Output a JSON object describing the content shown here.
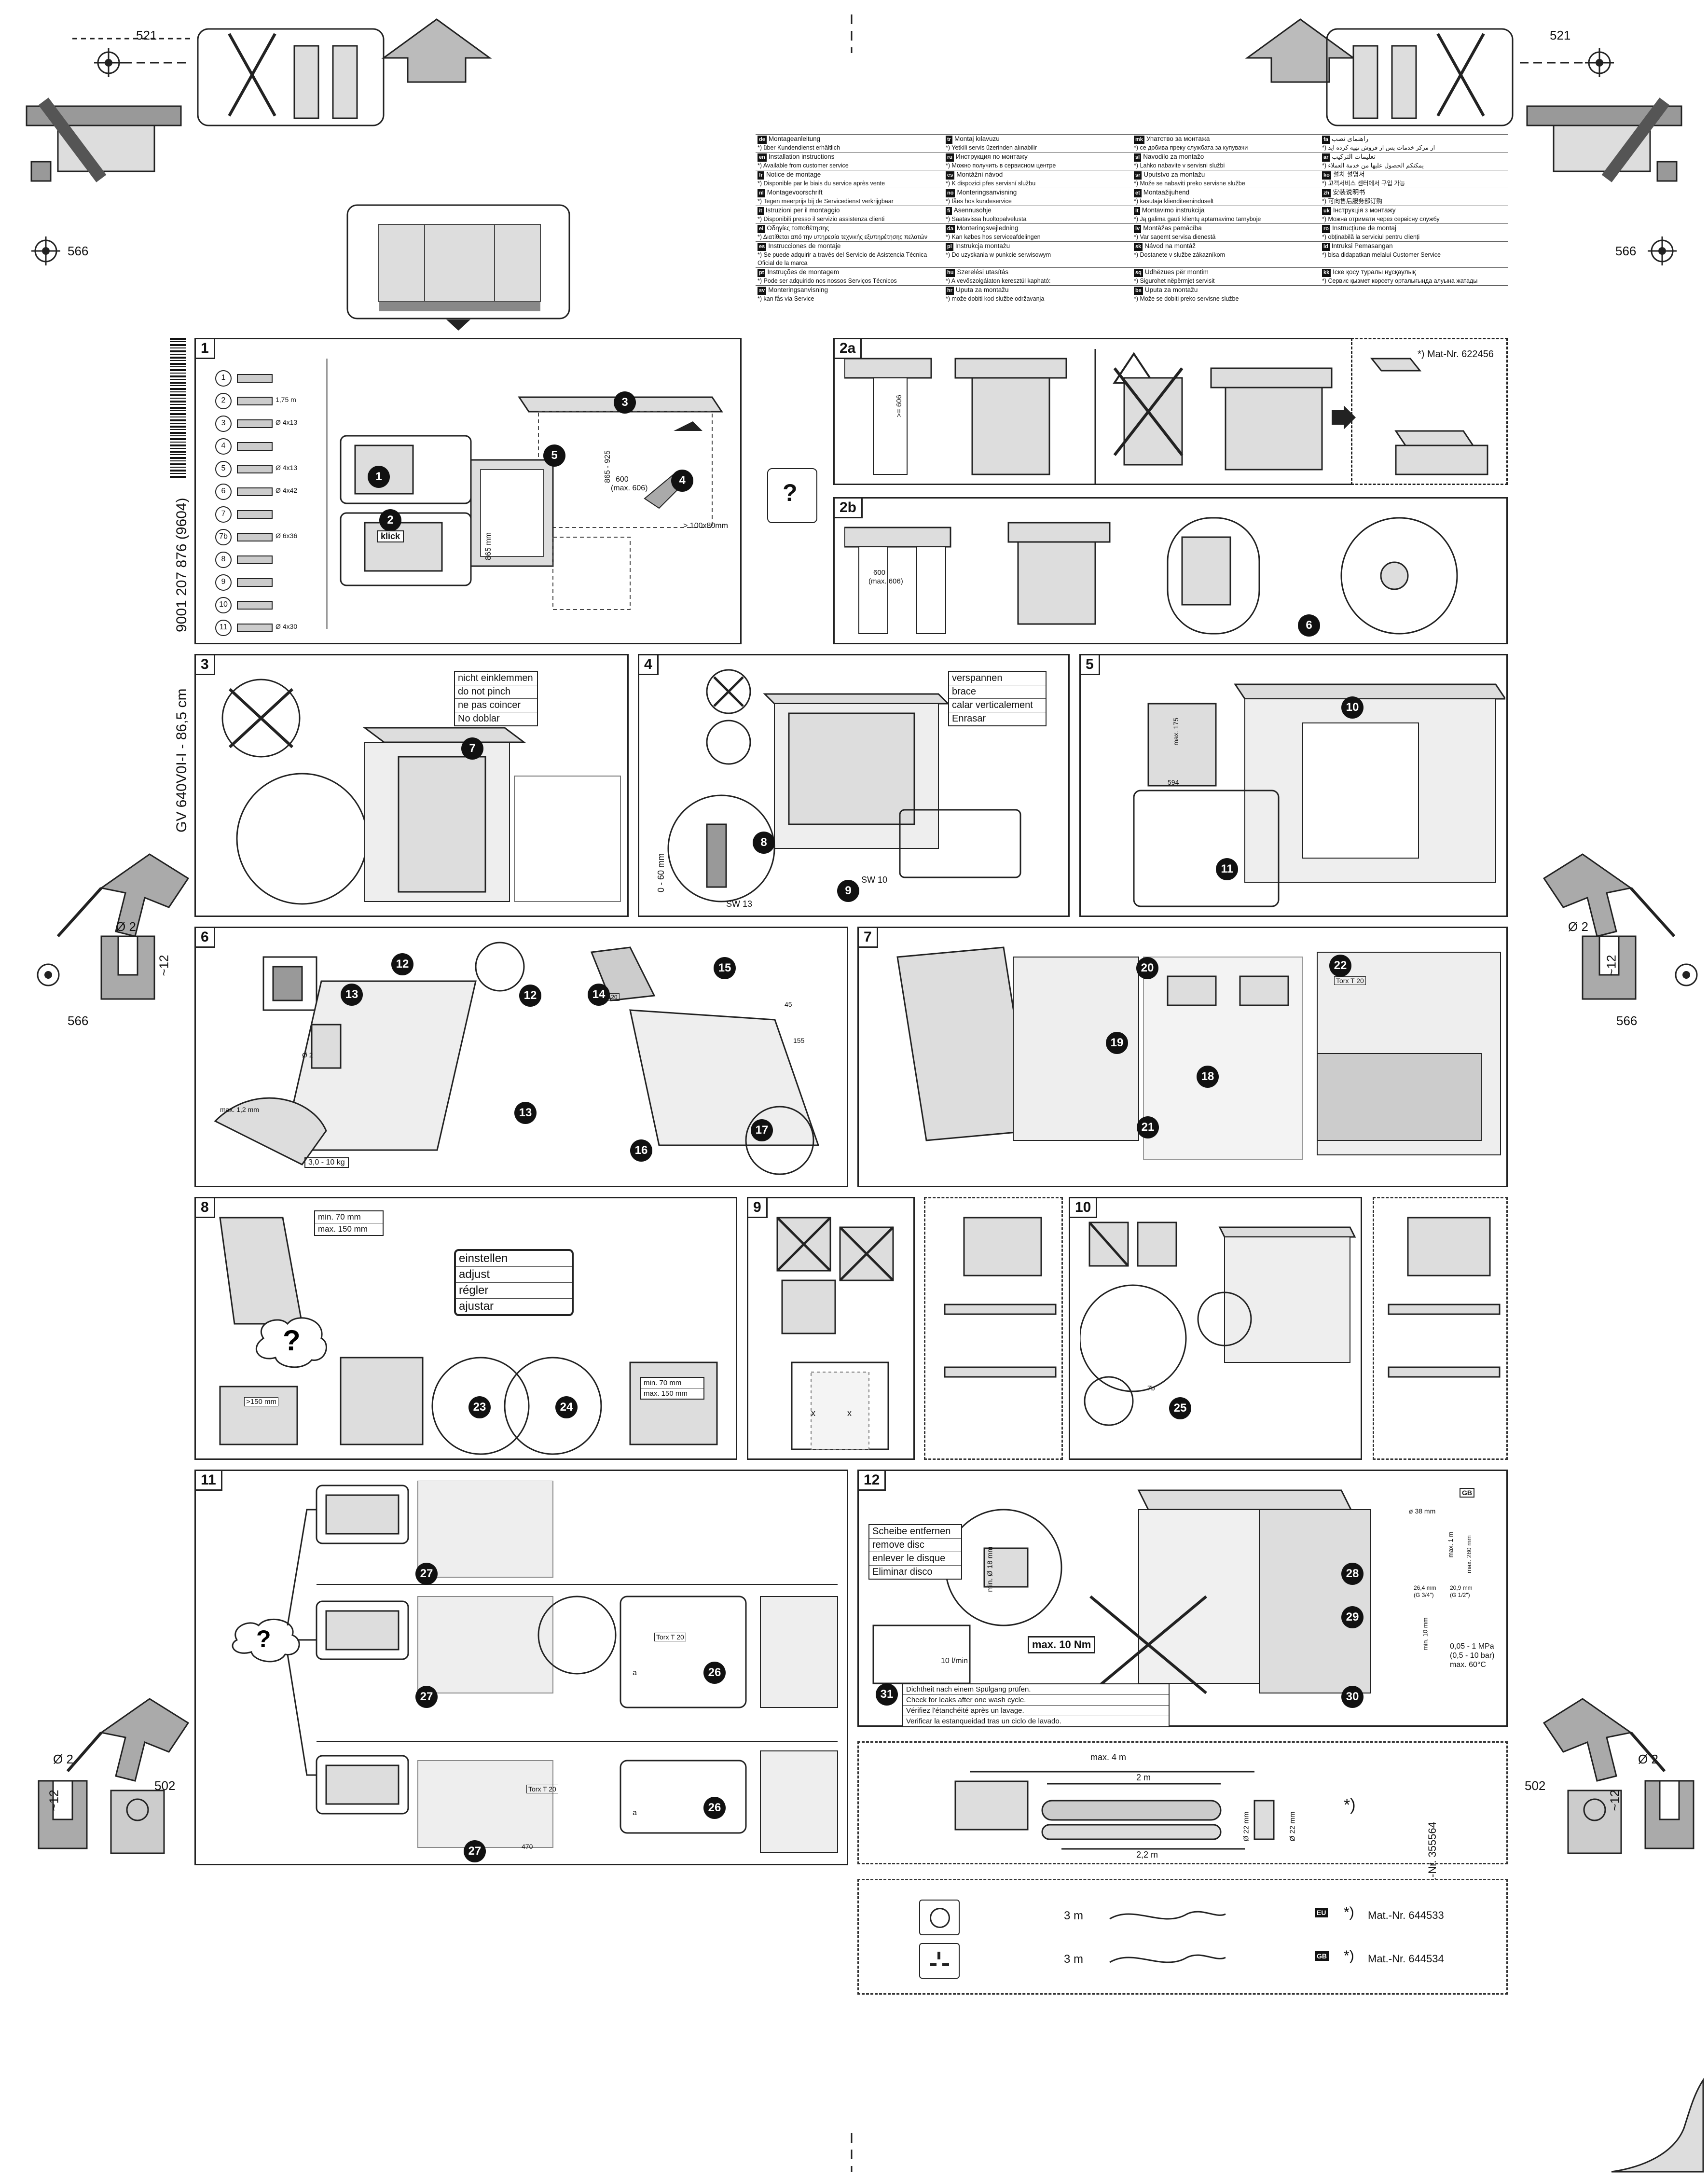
{
  "margins": {
    "dim_521": "521",
    "dim_566": "566",
    "dim_502": "502",
    "drill_dia": "Ø 2",
    "drill_depth": "~12"
  },
  "languages": [
    {
      "code": "de",
      "title": "Montageanleitung",
      "sub": "*) über Kundendienst erhältlich"
    },
    {
      "code": "en",
      "title": "Installation instructions",
      "sub": "*) Available from customer service"
    },
    {
      "code": "fr",
      "title": "Notice de montage",
      "sub": "*) Disponible par le biais du service après vente"
    },
    {
      "code": "nl",
      "title": "Montagevoorschrift",
      "sub": "*) Tegen meerprijs bij de Servicedienst verkrijgbaar"
    },
    {
      "code": "it",
      "title": "Istruzioni per il montaggio",
      "sub": "*) Disponibili presso il servizio assistenza clienti"
    },
    {
      "code": "el",
      "title": "Οδηγίες τοποθέτησης",
      "sub": "*) Διατίθεται από την υπηρεσία τεχνικής εξυπηρέτησης πελατών"
    },
    {
      "code": "es",
      "title": "Instrucciones de montaje",
      "sub": "*) Se puede adquirir a través del Servicio de Asistencia Técnica Oficial de la marca"
    },
    {
      "code": "pt",
      "title": "Instruções de montagem",
      "sub": "*) Pode ser adquirido nos nossos Serviços Técnicos"
    },
    {
      "code": "sv",
      "title": "Monteringsanvisning",
      "sub": "*) kan fås via Service"
    },
    {
      "code": "tr",
      "title": "Montaj kılavuzu",
      "sub": "*) Yetkili servis üzerinden alınabilir"
    },
    {
      "code": "ru",
      "title": "Инструкция по монтажу",
      "sub": "*) Можно получить в сервисном центре"
    },
    {
      "code": "cs",
      "title": "Montážní návod",
      "sub": "*) K dispozici přes servisní službu"
    },
    {
      "code": "no",
      "title": "Monteringsanvisning",
      "sub": "*) fåes hos kundeservice"
    },
    {
      "code": "fi",
      "title": "Asennusohje",
      "sub": "*) Saatavissa huoltopalvelusta"
    },
    {
      "code": "da",
      "title": "Monteringsvejledning",
      "sub": "*) Kan købes hos serviceafdelingen"
    },
    {
      "code": "pl",
      "title": "Instrukcja montażu",
      "sub": "*) Do uzyskania w punkcie serwisowym"
    },
    {
      "code": "hu",
      "title": "Szerelési utasítás",
      "sub": "*) A vevőszolgálaton keresztül kapható:"
    },
    {
      "code": "hr",
      "title": "Uputa za montažu",
      "sub": "*) može dobiti kod službe održavanja"
    },
    {
      "code": "mk",
      "title": "Упатство за монтажа",
      "sub": "*) се добива преку службата за купувачи"
    },
    {
      "code": "sl",
      "title": "Navodilo za montažo",
      "sub": "*) Lahko nabavite v servisni službi"
    },
    {
      "code": "sr",
      "title": "Uputstvo za montažu",
      "sub": "*) Može se nabaviti preko servisne službe"
    },
    {
      "code": "et",
      "title": "Montaažijuhend",
      "sub": "*) kasutaja klienditeeninduselt"
    },
    {
      "code": "lt",
      "title": "Montavimo instrukcija",
      "sub": "*) Ją galima gauti klientų aptarnavimo tarnyboje"
    },
    {
      "code": "lv",
      "title": "Montāžas pamācība",
      "sub": "*) Var saņemt servisa dienestā"
    },
    {
      "code": "sk",
      "title": "Návod na montáž",
      "sub": "*) Dostanete v službe zákazníkom"
    },
    {
      "code": "sq",
      "title": "Udhëzues për montim",
      "sub": "*) Sigurohet nëpërmjet servisit"
    },
    {
      "code": "bs",
      "title": "Uputa za montažu",
      "sub": "*) Može se dobiti preko servisne službe"
    },
    {
      "code": "fa",
      "title": "راهنمای نصب",
      "sub": "*) از مرکز خدمات پس از فروش تهیه کرده اید"
    },
    {
      "code": "ar",
      "title": "تعليمات التركيب",
      "sub": "*) يمكنكم الحصول عليها من خدمة العملاء"
    },
    {
      "code": "ko",
      "title": "설치 설명서",
      "sub": "*) 고객서비스 센터에서 구입 가능"
    },
    {
      "code": "zh",
      "title": "安装说明书",
      "sub": "*) 可向售后服务部订购"
    },
    {
      "code": "uk",
      "title": "Інструкція з монтажу",
      "sub": "*) Можна отримати через сервісну службу"
    },
    {
      "code": "ro",
      "title": "Instrucțiune de montaj",
      "sub": "*) obținabilă la serviciul pentru clienți"
    },
    {
      "code": "id",
      "title": "Intruksi Pemasangan",
      "sub": "*) bisa didapatkan melalui Customer Service"
    },
    {
      "code": "kk",
      "title": "Іске қосу туралы нұсқаулық",
      "sub": "*) Сервис қызмет көрсету орталығында алуына жатады"
    }
  ],
  "model": {
    "product_code": "9001 207 876 (9604)",
    "model_name": "GV 640V0I-I - 86,5 cm"
  },
  "step1": {
    "num": "1",
    "parts": [
      "1",
      "2",
      "3",
      "4",
      "5",
      "6",
      "7",
      "7b",
      "8",
      "9",
      "10",
      "11"
    ],
    "part_notes": [
      "1,75 m",
      "Ø 4x13",
      "Ø 4x13",
      "Ø 4x42",
      "Ø 6x36",
      "Ø 4x30"
    ],
    "klick": "klick",
    "dims": [
      "865 - 925",
      "600",
      "(max. 606)",
      "865 mm",
      "> 100x80mm"
    ],
    "callouts": [
      "1",
      "2",
      "3",
      "4",
      "5"
    ]
  },
  "step2a": {
    "num": "2a",
    "dim": ">= 606",
    "mat": "*) Mat-Nr. 622456"
  },
  "step2b": {
    "num": "2b",
    "dims": [
      "600",
      "(max. 606)"
    ],
    "callout": "6"
  },
  "step3": {
    "num": "3",
    "labels": [
      "nicht einklemmen",
      "do not pinch",
      "ne pas coincer",
      "No doblar"
    ],
    "callout": "7"
  },
  "step4": {
    "num": "4",
    "labels": [
      "verspannen",
      "brace",
      "calar verticalement",
      "Enrasar"
    ],
    "dims": [
      "0 - 60 mm",
      "SW 13",
      "SW 10"
    ],
    "callouts": [
      "8",
      "9"
    ]
  },
  "step5": {
    "num": "5",
    "dims": [
      "max. 175",
      "594"
    ],
    "callouts": [
      "10",
      "11"
    ]
  },
  "step6": {
    "num": "6",
    "dims": [
      "max. 1,2 mm",
      "Ø 2",
      "3,0 - 10 kg",
      "45",
      "155",
      "Torx T 20"
    ],
    "callouts": [
      "12",
      "13",
      "14",
      "15",
      "16",
      "17"
    ]
  },
  "step7": {
    "num": "7",
    "tool": "Torx T 20",
    "callouts": [
      "18",
      "19",
      "20",
      "21",
      "22"
    ]
  },
  "step8": {
    "num": "8",
    "dims": [
      "min. 70 mm",
      "max. 150 mm",
      ">150 mm"
    ],
    "labels": [
      "einstellen",
      "adjust",
      "régler",
      "ajustar"
    ],
    "callouts": [
      "23",
      "24"
    ]
  },
  "step9": {
    "num": "9",
    "dims": [
      "x",
      "x"
    ]
  },
  "step10": {
    "num": "10",
    "callouts": [
      "25"
    ],
    "sub": "7b"
  },
  "step11": {
    "num": "11",
    "tool": "Torx T 20",
    "dims": [
      "a",
      "a",
      "470"
    ],
    "callouts": [
      "26",
      "27"
    ]
  },
  "step12": {
    "num": "12",
    "labels": [
      "Scheibe entfernen",
      "remove disc",
      "enlever le disque",
      "Eliminar disco"
    ],
    "flow": "10 l/min",
    "torque": "max. 10 Nm",
    "leak": [
      "Dichtheit nach einem Spülgang prüfen.",
      "Check for leaks after one wash cycle.",
      "Vérifiez l'étanchéité après un lavage.",
      "Verificar la estanqueidad tras un ciclo de lavado."
    ],
    "dims": [
      "min. Ø 18 mm",
      "ø 38 mm",
      "max. 1 m",
      "max. 280 mm",
      "26,4 mm",
      "20,9 mm",
      "(G 3/4\")",
      "(G 1/2\")",
      "min. 10 mm",
      "0,05 - 1 MPa",
      "(0,5 - 10 bar)",
      "max. 60°C"
    ],
    "callouts": [
      "28",
      "29",
      "30",
      "31"
    ],
    "gb": "GB"
  },
  "hose": {
    "dims": [
      "max. 4 m",
      "2 m",
      "2,2 m",
      "Ø 22 mm",
      "Ø 22 mm"
    ],
    "mat": "Mat.-Nr. 355564",
    "note": "*)"
  },
  "power": {
    "rows": [
      {
        "len": "3 m",
        "region": "EU",
        "mat": "Mat.-Nr. 644533"
      },
      {
        "len": "3 m",
        "region": "GB",
        "mat": "Mat.-Nr. 644534"
      }
    ],
    "note": "*)"
  },
  "colors": {
    "ink": "#111111",
    "panel_fill": "#dddddd",
    "dark_fill": "#999999"
  }
}
